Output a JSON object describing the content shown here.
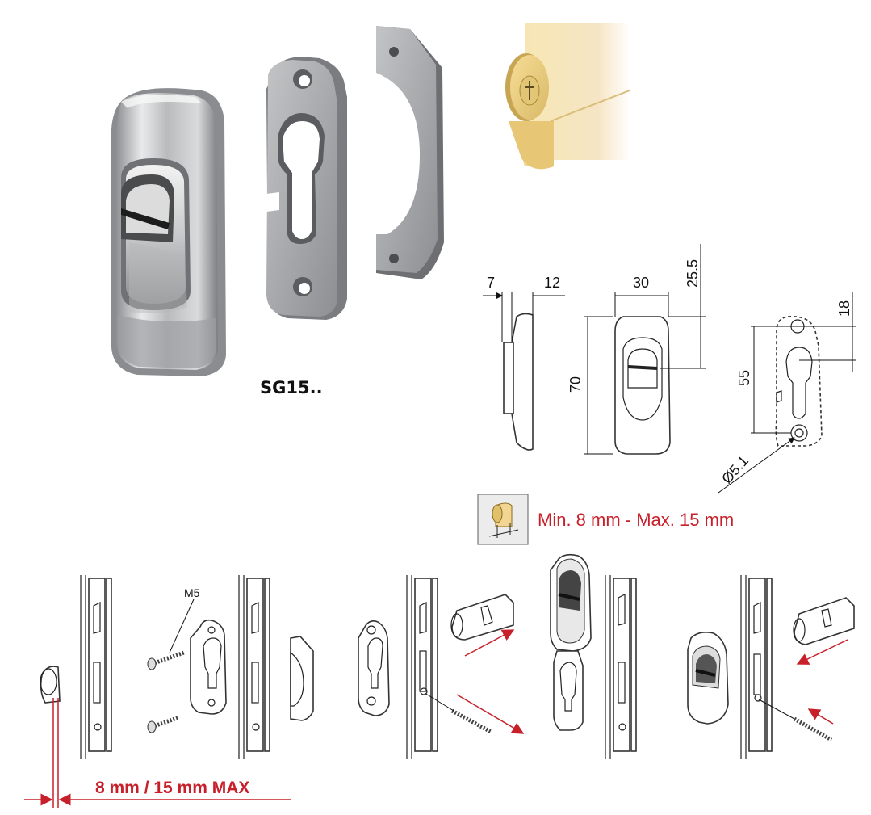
{
  "product": {
    "model": "SG15.."
  },
  "dimensions": {
    "side_depth_a": "7",
    "side_depth_b": "12",
    "width": "30",
    "top_offset": "25.5",
    "height": "70",
    "plate_top_offset": "18",
    "hole_distance": "55",
    "hole_diameter": "Ø5.1"
  },
  "cylinder_note": {
    "text": "Min. 8 mm - Max. 15 mm"
  },
  "installation": {
    "screw_label": "M5",
    "projection_note": "8 mm / 15 mm MAX"
  },
  "colors": {
    "accent_red": "#c8202a",
    "brass": "#f3dfa9",
    "steel": "#a7a9ac"
  }
}
